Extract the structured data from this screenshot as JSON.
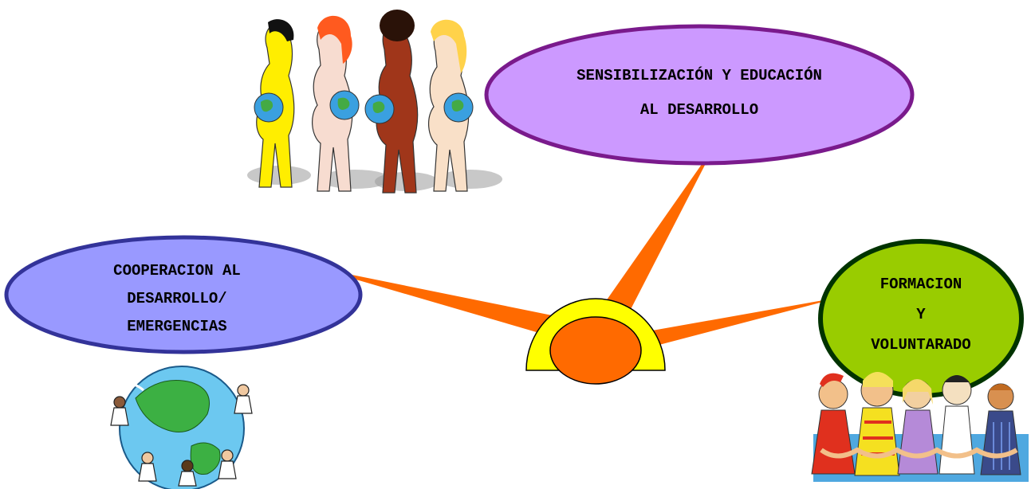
{
  "colors": {
    "background": "#ffffff",
    "spoke": "#ff6a00",
    "hub_fill": "#ffff00",
    "hub_stroke": "#000000",
    "hub_center": "#ff6a00",
    "node_top_fill": "#cc99ff",
    "node_top_stroke": "#7a1a8c",
    "node_left_fill": "#9999ff",
    "node_left_stroke": "#333399",
    "node_right_fill": "#99cc00",
    "node_right_stroke": "#003300"
  },
  "hub": {
    "name": "central-hub"
  },
  "nodes": {
    "top": {
      "line1": "SENSIBILIZACIÓN Y EDUCACIÓN",
      "line2": "AL DESARROLLO"
    },
    "left": {
      "line1": "COOPERACION AL",
      "line2": "DESARROLLO/",
      "line3": "EMERGENCIAS"
    },
    "right": {
      "line1": "FORMACION",
      "line2": "Y",
      "line3": "VOLUNTARADO"
    }
  },
  "illustrations": {
    "top": "pregnant-women-with-globes-illustration",
    "left": "people-around-globe-illustration",
    "right": "people-holding-hands-illustration"
  }
}
